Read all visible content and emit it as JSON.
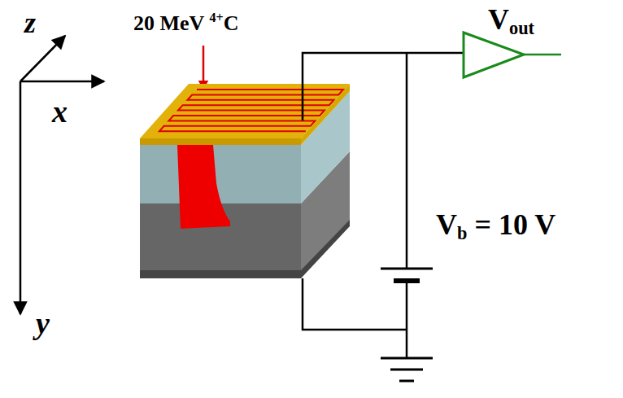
{
  "diagram": {
    "labels": [
      "z",
      "x",
      "y",
      "20 MeV 4+C",
      "Vout",
      "Vb = 10 V"
    ]
  }
}
